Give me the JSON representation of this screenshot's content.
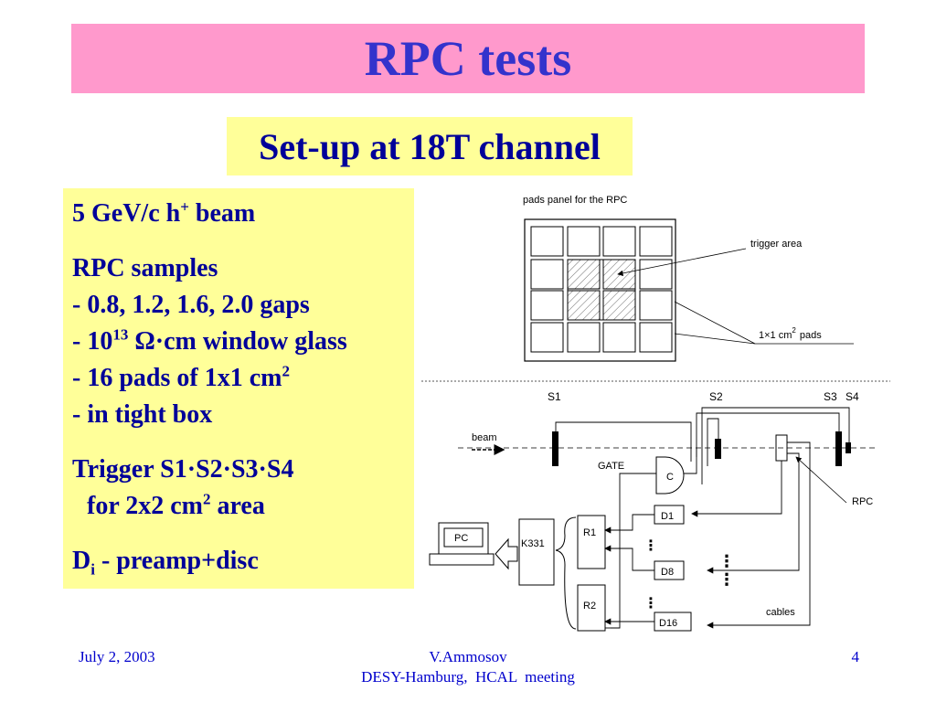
{
  "title": "RPC tests",
  "subtitle": "Set-up at 18T channel",
  "info": {
    "beam_text": "5 GeV/c h",
    "beam_sup": "+",
    "beam_suffix": " beam",
    "samples_heading": "RPC samples",
    "gaps": "- 0.8, 1.2, 1.6, 2.0 gaps",
    "glass_prefix": "- 10",
    "glass_sup": "13",
    "glass_suffix": " Ω·cm window glass",
    "pads_prefix": "- 16 pads of 1x1 cm",
    "pads_sup": "2",
    "box": "- in tight box",
    "trigger": "Trigger S1·S2·S3·S4",
    "area_prefix": "for 2x2 cm",
    "area_sup": "2",
    "area_suffix": " area",
    "di_prefix": "D",
    "di_sub": "i",
    "di_suffix": " - preamp+disc"
  },
  "diagram": {
    "pads_panel_label": "pads panel for the RPC",
    "trigger_area_label": "trigger area",
    "pads_label": "1×1 cm",
    "pads_label_sup": "2",
    "pads_label_suffix": "pads",
    "s1": "S1",
    "s2": "S2",
    "s3": "S3",
    "s4": "S4",
    "beam": "beam",
    "gate": "GATE",
    "coincidence": "C",
    "rpc": "RPC",
    "pc": "PC",
    "k331": "K331",
    "r1": "R1",
    "r2": "R2",
    "d1": "D1",
    "d8": "D8",
    "d16": "D16",
    "cables": "cables"
  },
  "footer": {
    "date": "July 2, 2003",
    "author": "V.Ammosov",
    "meeting": "DESY-Hamburg,  HCAL  meeting",
    "page": "4"
  }
}
